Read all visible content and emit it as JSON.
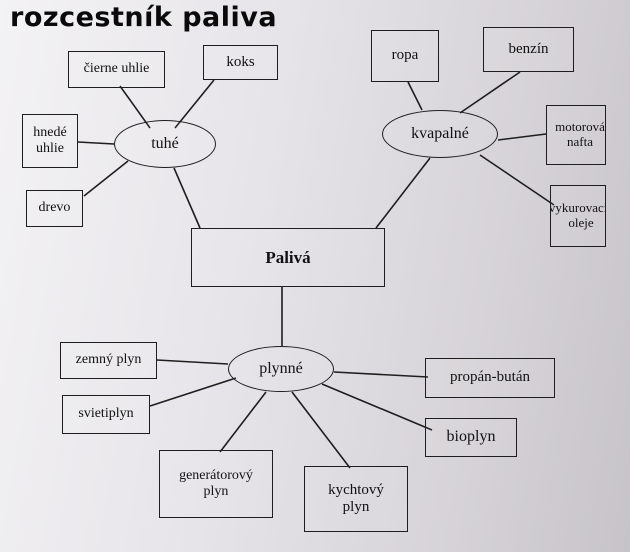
{
  "title": "rozcestník paliva",
  "center": "Palivá",
  "hubs": {
    "solid": "tuhé",
    "liquid": "kvapalné",
    "gas": "plynné"
  },
  "solid_items": {
    "ciernie_uhlie": "čierne uhlie",
    "koks": "koks",
    "hnede_uhlie": "hnedé uhlie",
    "drevo": "drevo"
  },
  "liquid_items": {
    "ropa": "ropa",
    "benzin": "benzín",
    "motorova_nafta": "motorová nafta",
    "vykurovacie_oleje": "vykurovacie oleje"
  },
  "gas_items": {
    "zemny_plyn": "zemný plyn",
    "svietiplyn": "svietiplyn",
    "generatorovy_plyn": "generátorový plyn",
    "kychtovy_plyn": "kychtový plyn",
    "bioplyn": "bioplyn",
    "propan_butan": "propán-bután"
  }
}
